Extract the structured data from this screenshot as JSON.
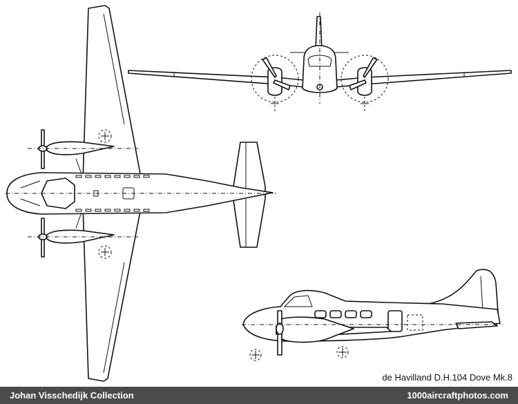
{
  "caption": "de Havilland D.H.104 Dove Mk.8",
  "footer": {
    "collection": "Johan Visschedijk Collection",
    "site": "1000aircraftphotos.com"
  },
  "colors": {
    "ink": "#111111",
    "paper": "#ffffff",
    "footer_bg": "#4b4b4b",
    "footer_text": "#ffffff"
  }
}
